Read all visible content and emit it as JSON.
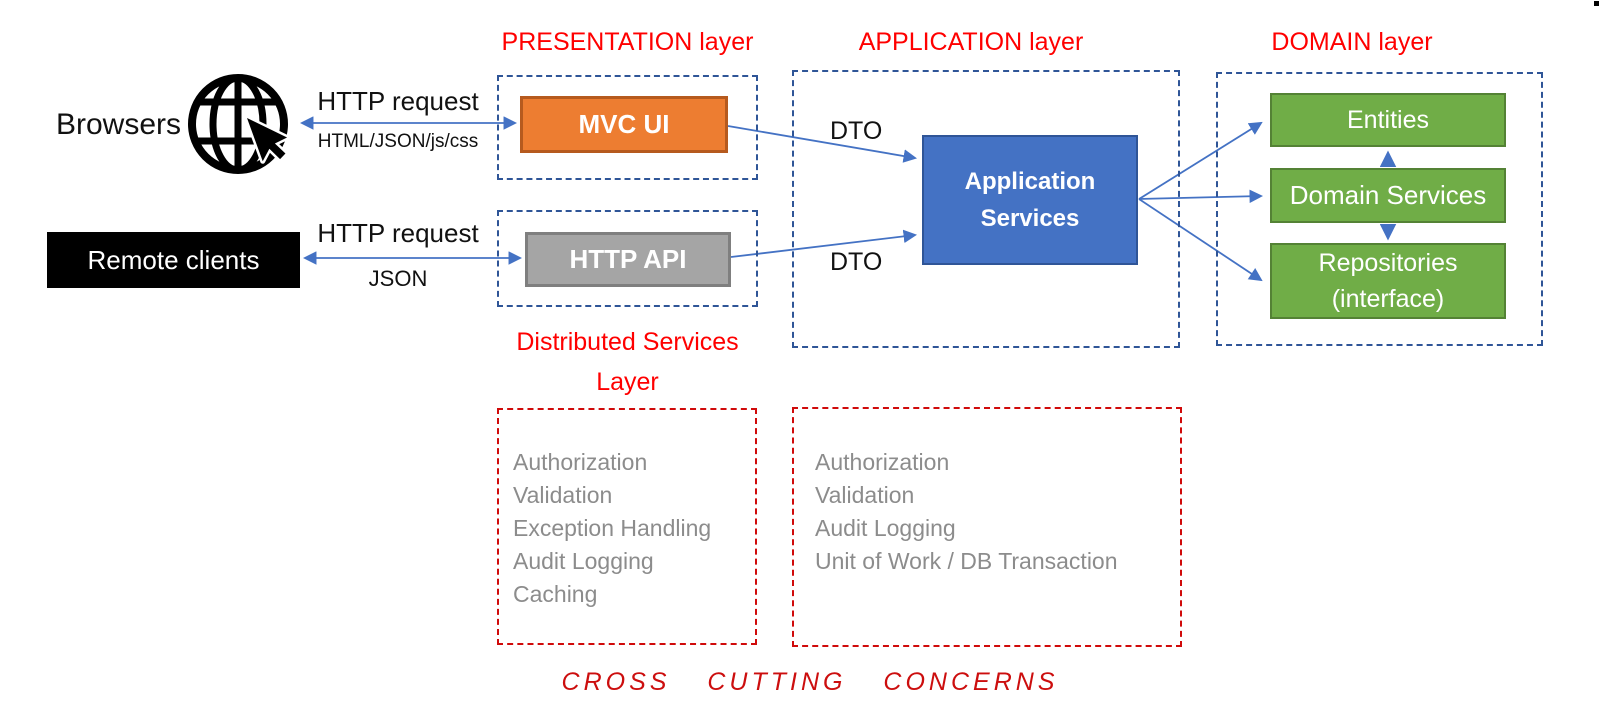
{
  "clients": {
    "browsers_label": "Browsers",
    "remote_clients_label": "Remote clients",
    "browser_link": {
      "title": "HTTP request",
      "payload": "HTML/JSON/js/css"
    },
    "remote_link": {
      "title": "HTTP request",
      "payload": "JSON"
    }
  },
  "presentation_layer": {
    "title": "PRESENTATION layer",
    "mvc_ui_label": "MVC UI",
    "http_api_label": "HTTP API",
    "distributed_title_line1": "Distributed Services",
    "distributed_title_line2": "Layer"
  },
  "application_layer": {
    "title": "APPLICATION layer",
    "app_services_line1": "Application",
    "app_services_line2": "Services",
    "dto_top_label": "DTO",
    "dto_bottom_label": "DTO"
  },
  "domain_layer": {
    "title": "DOMAIN layer",
    "entities_label": "Entities",
    "domain_services_label": "Domain Services",
    "repositories_line1": "Repositories",
    "repositories_line2": "(interface)"
  },
  "cross_cutting": {
    "distributed_concerns": [
      "Authorization",
      "Validation",
      "Exception Handling",
      "Audit Logging",
      "Caching"
    ],
    "application_concerns": [
      "Authorization",
      "Validation",
      "Audit Logging",
      "Unit of Work / DB Transaction"
    ],
    "footer_label": "CROSS CUTTING CONCERNS"
  },
  "colors": {
    "mvc_ui_fill": "#ED7D31",
    "http_api_fill": "#A5A5A5",
    "app_services_fill": "#4472C4",
    "domain_box_fill": "#70AD47",
    "layer_border_blue": "#2F5597",
    "concern_border_red": "#D00A0A",
    "layer_label_red": "#FF0000",
    "arrow_blue": "#4472C4",
    "concern_text_gray": "#8C8C8C",
    "footer_red": "#CC0E0E"
  }
}
